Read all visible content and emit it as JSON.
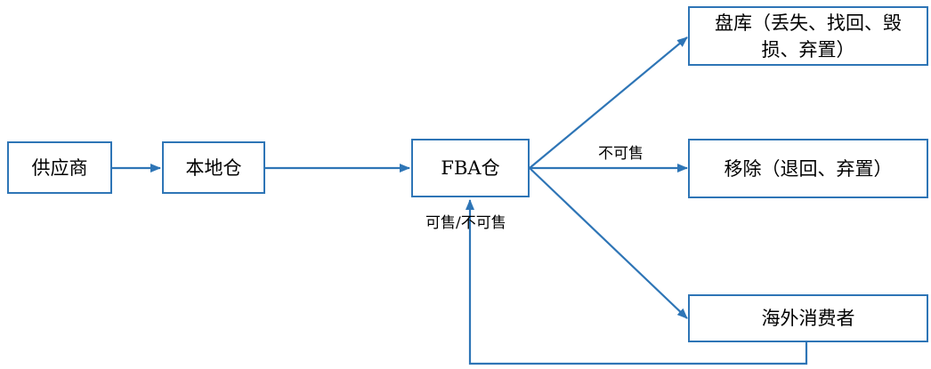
{
  "diagram": {
    "nodes": {
      "supplier": "供应商",
      "local_warehouse": "本地仓",
      "fba_warehouse": "FBA仓",
      "inventory_check": "盘库（丢失、找回、毁损、弃置）",
      "removal": "移除（退回、弃置）",
      "overseas_consumer": "海外消费者"
    },
    "edge_labels": {
      "unsellable": "不可售",
      "sellable_or_unsellable": "可售/不可售"
    },
    "colors": {
      "line": "#2e75b6",
      "text": "#000000",
      "background": "#ffffff"
    }
  }
}
